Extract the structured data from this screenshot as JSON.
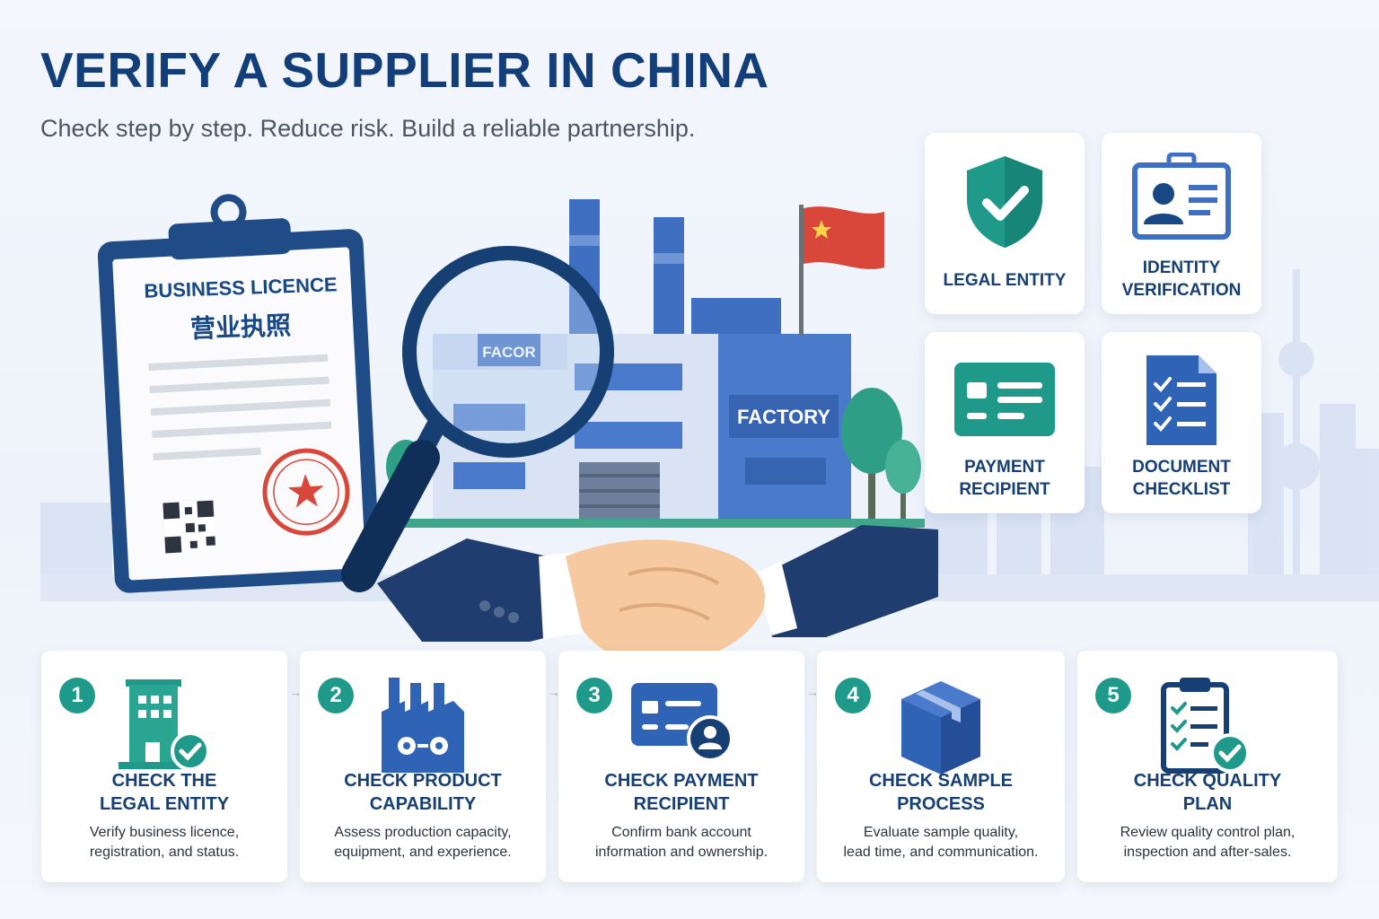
{
  "header": {
    "title": "VERIFY A SUPPLIER IN CHINA",
    "subtitle": "Check step by step. Reduce risk. Build a reliable partnership."
  },
  "illustration": {
    "licence_title": "BUSINESS LICENCE",
    "licence_title_cn": "营业执照",
    "factory_sign_1": "FACOR",
    "factory_sign_2": "FACTORY"
  },
  "icon_cards": [
    {
      "label": "LEGAL ENTITY",
      "icon": "shield-check-icon"
    },
    {
      "label": "IDENTITY VERIFICATION",
      "icon": "id-badge-icon"
    },
    {
      "label": "PAYMENT RECIPIENT",
      "icon": "card-icon"
    },
    {
      "label": "DOCUMENT CHECKLIST",
      "icon": "checklist-document-icon"
    }
  ],
  "steps": [
    {
      "number": "1",
      "title_line1": "CHECK THE",
      "title_line2": "LEGAL ENTITY",
      "desc_line1": "Verify business licence,",
      "desc_line2": "registration, and status.",
      "icon": "building-check-icon"
    },
    {
      "number": "2",
      "title_line1": "CHECK PRODUCT",
      "title_line2": "CAPABILITY",
      "desc_line1": "Assess production capacity,",
      "desc_line2": "equipment, and experience.",
      "icon": "factory-gears-icon"
    },
    {
      "number": "3",
      "title_line1": "CHECK PAYMENT",
      "title_line2": "RECIPIENT",
      "desc_line1": "Confirm bank account",
      "desc_line2": "information and ownership.",
      "icon": "card-person-icon"
    },
    {
      "number": "4",
      "title_line1": "CHECK SAMPLE",
      "title_line2": "PROCESS",
      "desc_line1": "Evaluate sample quality,",
      "desc_line2": "lead time, and communication.",
      "icon": "box-icon"
    },
    {
      "number": "5",
      "title_line1": "CHECK QUALITY",
      "title_line2": "PLAN",
      "desc_line1": "Review quality control plan,",
      "desc_line2": "inspection and after-sales.",
      "icon": "clipboard-check-icon"
    }
  ],
  "colors": {
    "navy": "#123f7a",
    "blue": "#3f6fc0",
    "teal": "#1f9a8a",
    "red": "#d9463a"
  }
}
